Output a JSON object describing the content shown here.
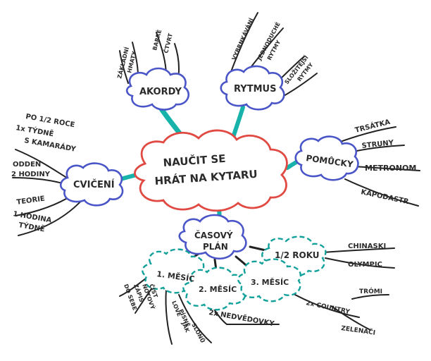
{
  "colors": {
    "blue": "#4a55c8",
    "red": "#e04a42",
    "teal": "#12a19a",
    "connector": "#17b3ab",
    "ink": "#222222"
  },
  "center": {
    "line1": "NAUČIT SE",
    "line2": "HRÁT NA KYTARU"
  },
  "akordy": {
    "title": "AKORDY",
    "b1": "ZÁKLADNÍ",
    "b2": "HMATY",
    "b3": "BARRÉ",
    "b4": "ČTVRT"
  },
  "rytmus": {
    "title": "RYTMUS",
    "b1": "VYBRNKÁVÁNÍ",
    "b2": "JEDNODUCHÉ",
    "b3": "RYTMY",
    "b4": "SLOŽITĚJŠÍ",
    "b5": "RYTMY"
  },
  "pomucky": {
    "title": "POMŮCKY",
    "items": [
      "TRSÁTKA",
      "STRUNY",
      "METRONOM",
      "KAPODASTR"
    ]
  },
  "cviceni": {
    "title": "CVIČENÍ",
    "items": [
      "PO 1/2 ROCE",
      "1x TÝDNĚ",
      "S KAMARÁDY",
      "ODDEN",
      "2 HODINY",
      "TEORIE",
      "1 HODINA",
      "TÝDNĚ"
    ]
  },
  "plan": {
    "title1": "ČASOVÝ",
    "title2": "PLÁN",
    "half": {
      "title": "1/2 ROKU",
      "items": [
        "CHINASKI",
        "OLYMPIC"
      ]
    },
    "m1": {
      "title": "1. MĚSÍC",
      "a1": "ČÍST",
      "a2": "NOTOVÝ",
      "a3": "ZÁPIS",
      "a4": "DO SEBE",
      "b1": "LOVE",
      "b2": "PÍSNĚ",
      "b3": "JAK",
      "b4": "SLONŮ"
    },
    "m2": {
      "title": "2. MĚSÍC",
      "item": "2x NEDVĚDOVKY"
    },
    "m3": {
      "title": "3. MĚSÍC",
      "item1": "2x COUNTRY",
      "item2": "TRÓMI",
      "item3": "ZELENÁČI"
    }
  }
}
